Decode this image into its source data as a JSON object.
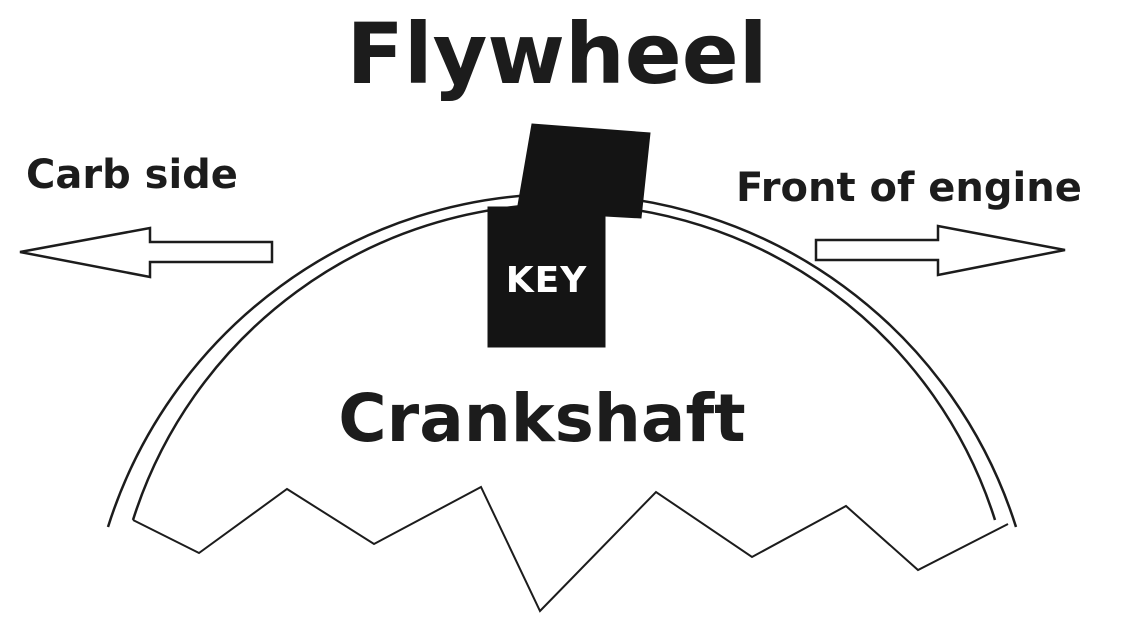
{
  "diagram": {
    "title": "Flywheel",
    "left_label": "Carb side",
    "right_label": "Front of engine",
    "crankshaft_label": "Crankshaft",
    "key_label": "KEY",
    "colors": {
      "ink": "#1c1c1c",
      "background": "#ffffff",
      "key_fill": "#141414",
      "key_text": "#ffffff"
    }
  }
}
